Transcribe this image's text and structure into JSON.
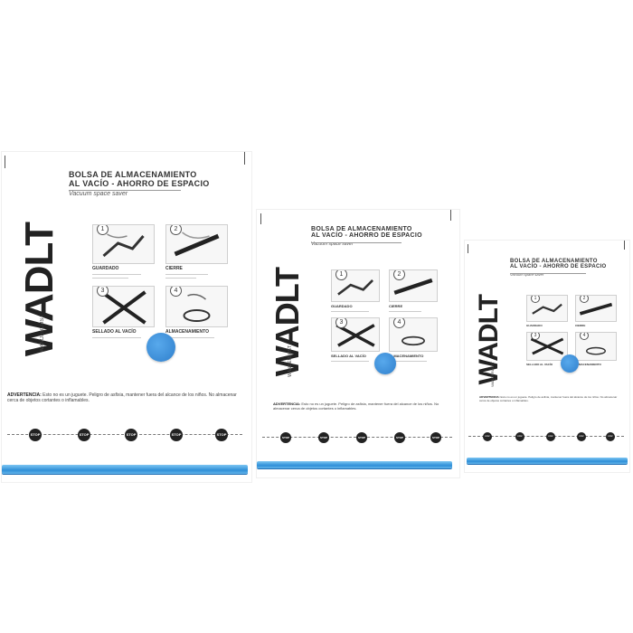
{
  "bags": [
    {
      "title_line1": "BOLSA DE ALMACENAMIENTO",
      "title_line2": "AL VACÍO - AHORRO DE ESPACIO",
      "subtitle": "Vacuum space saver",
      "brand": "WADLT",
      "brand_small": "WANDERLUST",
      "steps": [
        {
          "num": "1",
          "label": "GUARDADO"
        },
        {
          "num": "2",
          "label": "CIERRE"
        },
        {
          "num": "3",
          "label": "SELLADO AL VACÍO"
        },
        {
          "num": "4",
          "label": "ALMACENAMIENTO"
        }
      ],
      "warning_label": "ADVERTENCIA:",
      "warning_text": "Esto no es un juguete. Peligro de asfixia, mantener fuera del alcance de los niños. No almacenar cerca de objetos cortantes o inflamables.",
      "stop_label": "STOP",
      "stop_count": 5
    },
    {
      "title_line1": "BOLSA DE ALMACENAMIENTO",
      "title_line2": "AL VACÍO - AHORRO DE ESPACIO",
      "subtitle": "Vacuum space saver",
      "brand": "WADLT",
      "brand_small": "WANDERLUST",
      "steps": [
        {
          "num": "1",
          "label": "GUARDADO"
        },
        {
          "num": "2",
          "label": "CIERRE"
        },
        {
          "num": "3",
          "label": "SELLADO AL VACÍO"
        },
        {
          "num": "4",
          "label": "ALMACENAMIENTO"
        }
      ],
      "warning_label": "ADVERTENCIA:",
      "warning_text": "Esto no es un juguete. Peligro de asfixia, mantener fuera del alcance de los niños. No almacenar cerca de objetos cortantes o inflamables.",
      "stop_label": "STOP",
      "stop_count": 5
    },
    {
      "title_line1": "BOLSA DE ALMACENAMIENTO",
      "title_line2": "AL VACÍO - AHORRO DE ESPACIO",
      "subtitle": "Vacuum space saver",
      "brand": "WADLT",
      "brand_small": "WANDERLUST",
      "steps": [
        {
          "num": "1",
          "label": "GUARDADO"
        },
        {
          "num": "2",
          "label": "CIERRE"
        },
        {
          "num": "3",
          "label": "SELLADO AL VACÍO"
        },
        {
          "num": "4",
          "label": "ALMACENAMIENTO"
        }
      ],
      "warning_label": "ADVERTENCIA:",
      "warning_text": "Esto no es un juguete. Peligro de asfixia, mantener fuera del alcance de los niños. No almacenar cerca de objetos cortantes o inflamables.",
      "stop_label": "STOP",
      "stop_count": 5
    }
  ],
  "colors": {
    "valve": "#3a8fdc",
    "zipper": "#2f8fd8",
    "stop_dot": "#222222"
  }
}
